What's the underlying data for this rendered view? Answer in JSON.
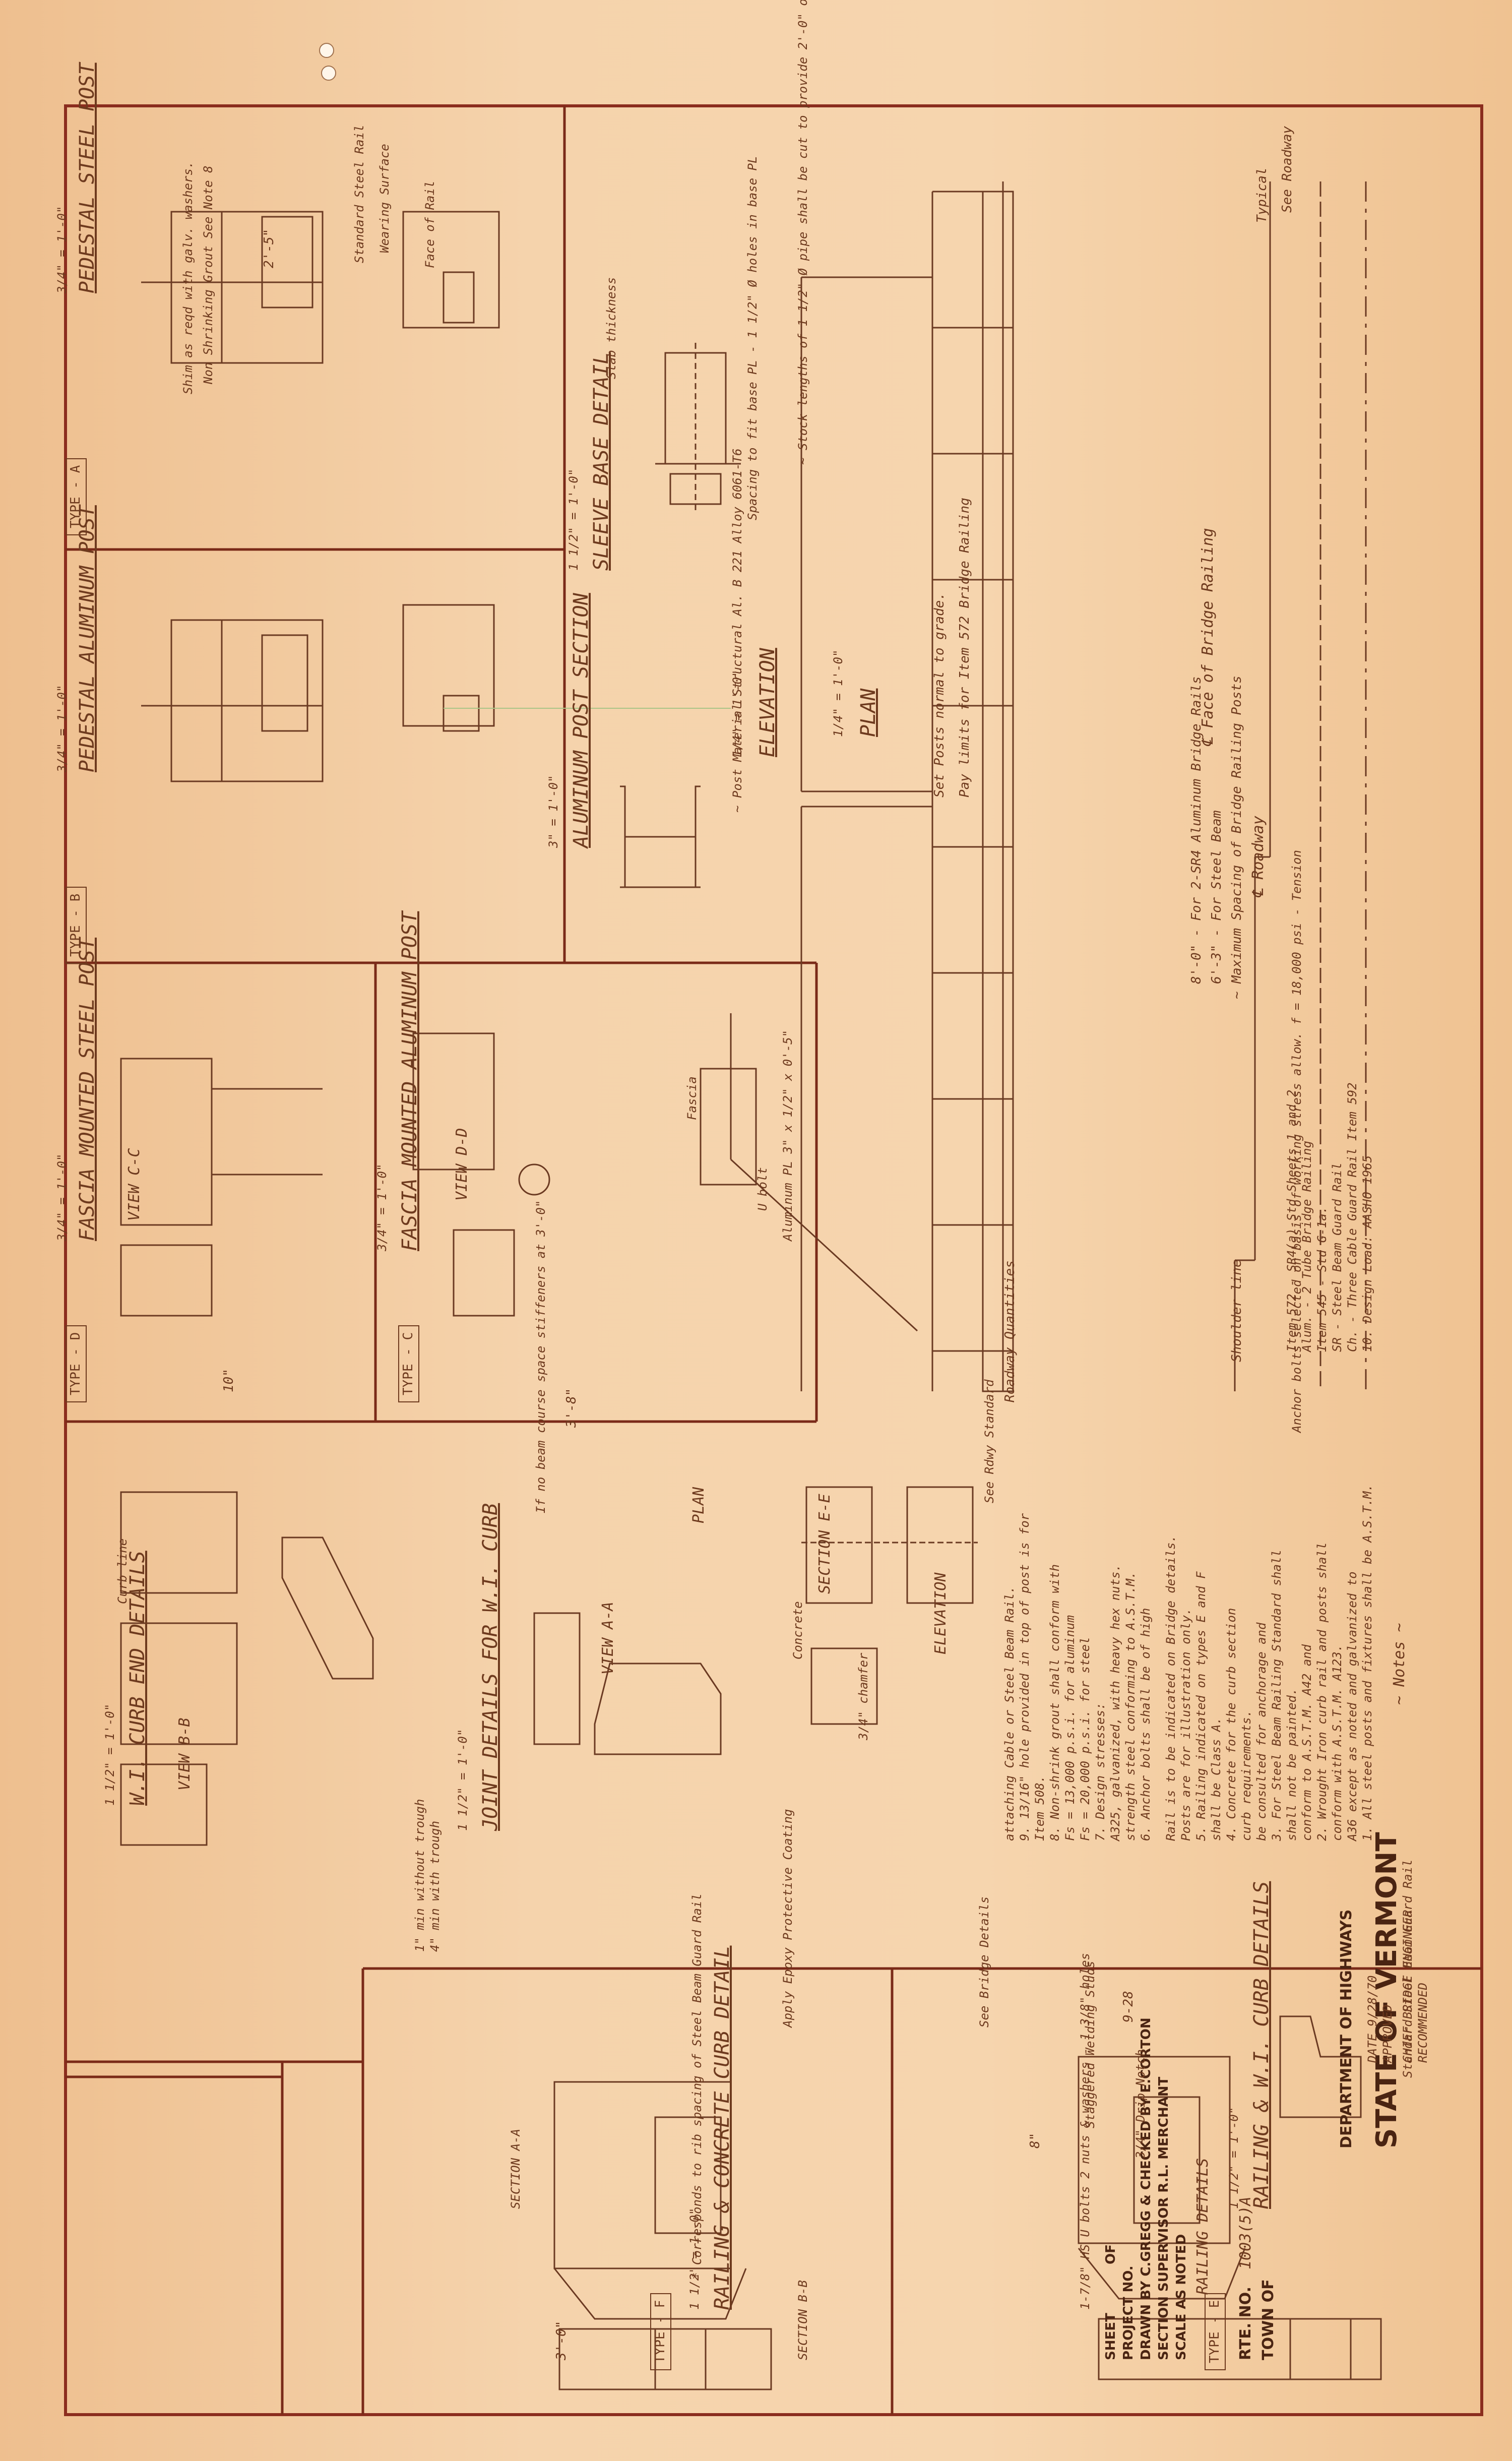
{
  "title_block": {
    "state": "STATE OF VERMONT",
    "department": "DEPARTMENT OF HIGHWAYS",
    "town_label": "TOWN OF",
    "route_label": "RTE. NO.",
    "route_value": "1003(5)A",
    "sheet_title": "RAILING DETAILS",
    "scale": "SCALE AS NOTED",
    "section_supervisor": "SECTION SUPERVISOR R.L. MERCHANT",
    "drawn_by": "DRAWN BY C.GREGG & CHECKED BY E.CORTON",
    "date": "9-28",
    "project_label": "PROJECT NO.",
    "sheet_label": "SHEET",
    "sheet_of": "OF",
    "recommended": "RECOMMENDED",
    "chief_engineer": "CHIEF BRIDGE ENGINEER",
    "approved": "APPROVED",
    "approved_date": "DATE 9/28/70"
  },
  "plan": {
    "title": "PLAN",
    "scale": "1/4\" = 1'-0\"",
    "centerline": "℄ Roadway",
    "face": "℄ Face of Bridge Railing",
    "see_roadway": "See Roadway",
    "typical": "Typical",
    "shoulder": "Shoulder line",
    "roadway_quantities": "Roadway Quantities",
    "pay_limits": "Pay limits for Item 572 Bridge Railing",
    "set_posts": "Set Posts normal to grade.",
    "spacing": "~ Maximum Spacing of Bridge Railing Posts",
    "spacing2": "6'-3\" - For Steel Beam",
    "spacing3": "8'-0\" - For 2-SR4 Aluminum Bridge Rails",
    "see_rdwy": "See Rdwy Standard"
  },
  "elevation": {
    "title": "ELEVATION",
    "scale": "1/4\" = 1'-0\""
  },
  "notes": {
    "header": "~ Notes ~",
    "items": [
      "1. All steel posts and fixtures shall be A.S.T.M.",
      "A36 except as noted and galvanized to",
      "conform with A.S.T.M. A123.",
      "2. Wrought Iron curb rail and posts shall",
      "conform to A.S.T.M. A42 and",
      "shall not be painted.",
      "3. For Steel Beam Railing Standard shall",
      "be consulted for anchorage and",
      "curb requirements.",
      "4. Concrete for the curb section",
      "shall be Class A.",
      "5. Railing indicated on types E and F",
      "Posts are for illustration only.",
      "Rail is to be indicated on Bridge details.",
      "6. Anchor bolts shall be of high",
      "strength steel conforming to A.S.T.M.",
      "A325, galvanized, with heavy hex nuts.",
      "7. Design stresses:",
      "Fs = 20,000 p.s.i. for steel",
      "Fs = 13,000 p.s.i. for aluminum",
      "8. Non-shrink grout shall conform with",
      "Item 508.",
      "9. 13/16\" hole provided in top of post is for",
      "attaching Cable or Steel Beam Rail.",
      "10. Design Load: AASHO 1965",
      "Ch. - Three Cable Guard Rail Item 592",
      "SR - Steel Beam Guard Rail",
      "Item 545 - Std G-1a.",
      "Alum. - 2 Tube Bridge Railing",
      "Item 572 - SR4(a)-Std Sheets 1 and 2"
    ]
  },
  "details": {
    "sleeve": "SLEEVE BASE DETAIL",
    "sleeve_scale": "1 1/2\" = 1'-0\"",
    "alum_section": "ALUMINUM POST SECTION",
    "alum_section_scale": "3\" = 1'-0\"",
    "ped_steel": "PEDESTAL STEEL POST",
    "ped_steel_scale": "3/4\" = 1'-0\"",
    "ped_alum": "PEDESTAL ALUMINUM POST",
    "ped_alum_scale": "3/4\" = 1'-0\"",
    "fascia_alum": "FASCIA MOUNTED ALUMINUM POST",
    "fascia_alum_scale": "3/4\" = 1'-0\"",
    "fascia_steel": "FASCIA MOUNTED STEEL POST",
    "fascia_steel_scale": "3/4\" = 1'-0\"",
    "joint": "JOINT DETAILS FOR W.I. CURB",
    "joint_scale": "1 1/2\" = 1'-0\"",
    "curb_end": "W.I. CURB END DETAILS",
    "curb_end_scale": "1 1/2\" = 1'-0\"",
    "rail_conc": "RAILING & CONCRETE CURB DETAIL",
    "rail_conc_scale": "1 1/2\" = 1'-0\"",
    "rail_wi": "RAILING & W.I. CURB DETAILS",
    "rail_wi_scale": "1 1/2\" = 1'-0\"",
    "type_a": "TYPE - A",
    "type_b": "TYPE - B",
    "type_c": "TYPE - C",
    "type_d": "TYPE - D",
    "type_e": "TYPE - E",
    "type_f": "TYPE - F",
    "elevation": "ELEVATION",
    "plan": "PLAN",
    "section_ee": "SECTION E-E",
    "view_aa": "VIEW A-A",
    "view_bb": "VIEW B-B",
    "view_cc": "VIEW C-C",
    "view_dd": "VIEW D-D",
    "section_bb": "SECTION B-B",
    "section_aa": "SECTION A-A",
    "dim_25": "2'-5\"",
    "dim_30": "3'-0\"",
    "dim_38": "3'-8\"",
    "dim_10": "10\"",
    "dim_8": "8\"",
    "spacing_pipe": "Spacing to fit base PL - 1 1/2\" Ø holes in base PL",
    "slab": "Slab thickness",
    "stock": "~ Stock lengths of 1 1/2\" Ø pipe shall be cut to provide 2'-0\" of length for sleeves",
    "see_bridge": "See Bridge Details",
    "standard_beam": "Standard Steel Beam Guard Rail",
    "face_of_rail": "Face of Rail",
    "non_shrink": "Non Shrinking Grout See Note 8",
    "shim": "Shim as reqd with galv. washers.",
    "apply_epoxy": "Apply Epoxy Protective Coating",
    "post_material": "~ Post Material Structural Al. B 221 Alloy 6061-T6",
    "four_min": "4\" min with trough",
    "one_min": "1\" min without trough",
    "corresponds": "* Corresponds to rib spacing of Steel Beam Guard Rail",
    "anchor_bolts": "Anchor bolts selected on basis of working stress allow. f = 18,000 psi - Tension",
    "u_bolt": "U bolt",
    "alum_pl": "Aluminum PL 3\" x 1/2\" x 0'-5\"",
    "fascia": "Fascia",
    "curb_line": "Curb line",
    "chamfer": "3/4\" chamfer",
    "concrete": "Concrete",
    "if_no_beam": "If no beam course space stiffeners at 3'-0\"",
    "wearing": "Wearing Surface",
    "standard_rail": "Standard Steel Rail",
    "staggered": "Staggered Welding Studs",
    "drip": "3/4\" Drip Notch",
    "hs_bolts": "1-7/8\" HS U bolts 2 nuts & washers - 1 3/8\" holes"
  }
}
